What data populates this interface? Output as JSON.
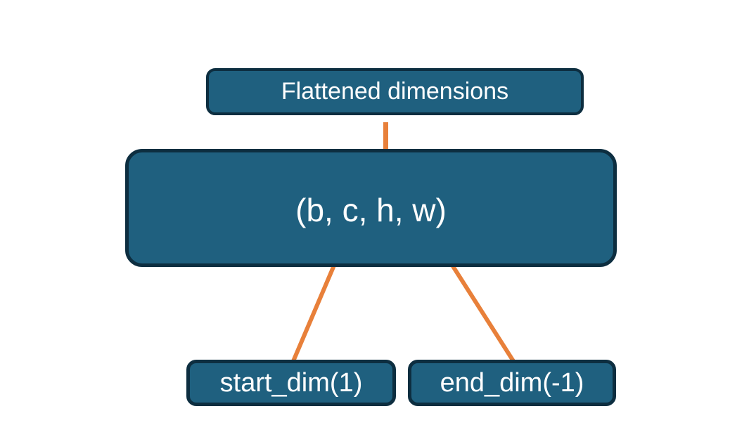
{
  "colors": {
    "background": "#ffffff",
    "box_fill": "#1f607f",
    "box_border": "#0d2e40",
    "accent_orange": "#e8803a",
    "label_text": "#ffffff"
  },
  "nodes": {
    "flattened": {
      "label": "Flattened dimensions"
    },
    "tensor_shape": {
      "label": "(b, c, h, w)"
    },
    "start_dim": {
      "label": "start_dim(1)"
    },
    "end_dim": {
      "label": "end_dim(-1)"
    }
  }
}
